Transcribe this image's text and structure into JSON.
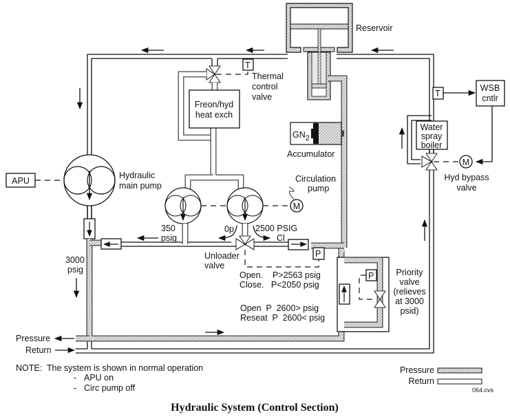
{
  "caption": "Hydraulic System (Control Section)",
  "file_code": "064.cvs",
  "components": {
    "reservoir": "Reservoir",
    "thermal_valve": [
      "Thermal",
      "control",
      "valve"
    ],
    "thermal_sensor": "T",
    "heat_exchanger": [
      "Freon/hyd",
      "heat exch"
    ],
    "accumulator_gas": "GN",
    "accumulator_gas_sub": "2",
    "accumulator": "Accumulator",
    "wsb_controller": [
      "WSB",
      "cntlr"
    ],
    "wsb_sensor": "T",
    "water_spray_boiler": [
      "Water",
      "spray",
      "boiler"
    ],
    "motor_symbol": "M",
    "hyd_bypass_valve": [
      "Hyd bypass",
      "valve"
    ],
    "apu": "APU",
    "main_pump": [
      "Hydraulic",
      "main pump"
    ],
    "circulation_pump": [
      "Circulation",
      "pump"
    ],
    "unloader_valve": [
      "Unloader",
      "valve"
    ],
    "pressure_sensor": "P",
    "priority_sensor": "P",
    "priority_valve": [
      "Priority",
      "valve",
      "(relieves",
      "at 3000",
      "psid)"
    ]
  },
  "annotations": {
    "p350": [
      "350",
      "psig"
    ],
    "p3000": [
      "3000",
      "psig"
    ],
    "zero_p": "0p",
    "p2500": "2500 PSIG",
    "cl": "Cl",
    "unloader_settings": [
      "Open.    P>2563 psig",
      "Close.   P<2050 psig"
    ],
    "priority_settings": [
      "Open  P  2600> psig",
      "Reseat  P  2600< psig"
    ],
    "pressure_out": "Pressure",
    "return_in": "Return"
  },
  "note": {
    "title": "NOTE:  The system is shown in normal operation",
    "items": [
      "APU on",
      "Circ pump off"
    ],
    "bullet": "-"
  },
  "legend": [
    {
      "label": "Pressure",
      "style": "hatched"
    },
    {
      "label": "Return",
      "style": "open"
    }
  ]
}
